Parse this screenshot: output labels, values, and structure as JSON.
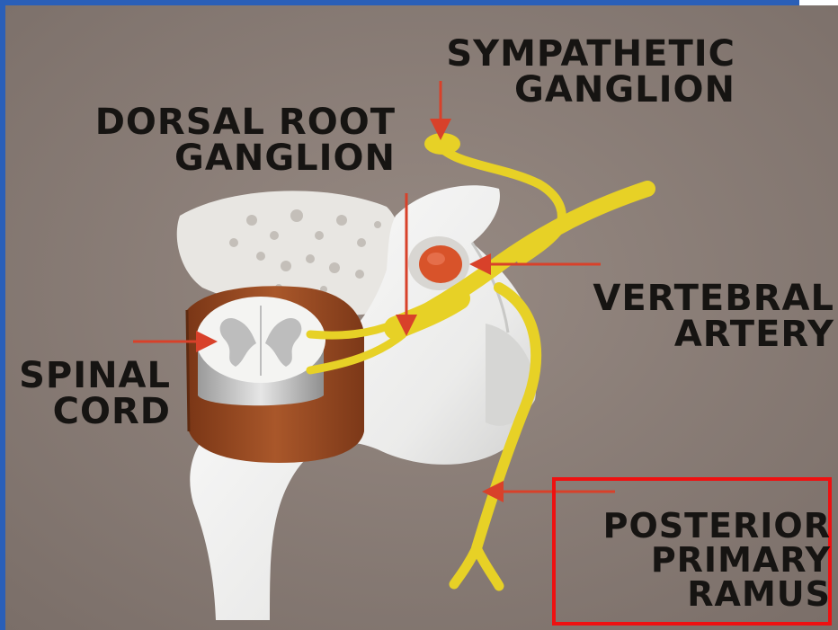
{
  "labels": {
    "sympathetic_ganglion": [
      "SYMPATHETIC",
      "GANGLION"
    ],
    "dorsal_root_ganglion": [
      "DORSAL ROOT",
      "GANGLION"
    ],
    "vertebral_artery": [
      "VERTEBRAL",
      "ARTERY"
    ],
    "spinal_cord": [
      "SPINAL",
      "CORD"
    ],
    "posterior_primary_ramus": [
      "POSTERIOR",
      "PRIMARY",
      "RAMUS"
    ]
  },
  "colors": {
    "background": "#8d8079",
    "nerve": "#e7d126",
    "bone": "#f1f1f0",
    "dura": "#9a4a22",
    "arrow": "#d8412a",
    "highlight_box": "#ee1111",
    "frame": "#2a5fb8"
  },
  "highlighted_label": "posterior_primary_ramus"
}
